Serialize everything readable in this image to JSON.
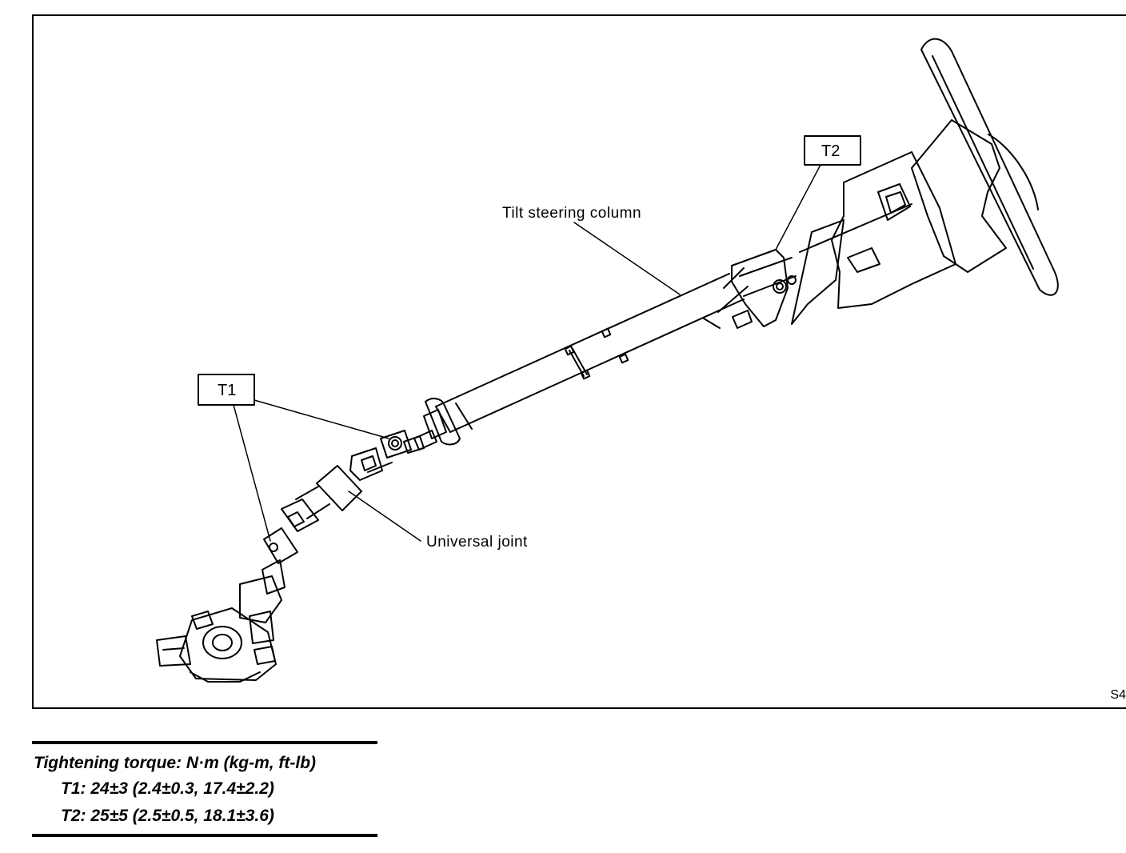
{
  "labels": {
    "tilt_column": "Tilt steering column",
    "universal_joint": "Universal joint",
    "t1_tag": "T1",
    "t2_tag": "T2",
    "figure_code": "S4"
  },
  "torque": {
    "title": "Tightening torque: N·m (kg-m, ft-lb)",
    "t1": "T1: 24±3 (2.4±0.3, 17.4±2.2)",
    "t2": "T2: 25±5 (2.5±0.5, 18.1±3.6)"
  }
}
